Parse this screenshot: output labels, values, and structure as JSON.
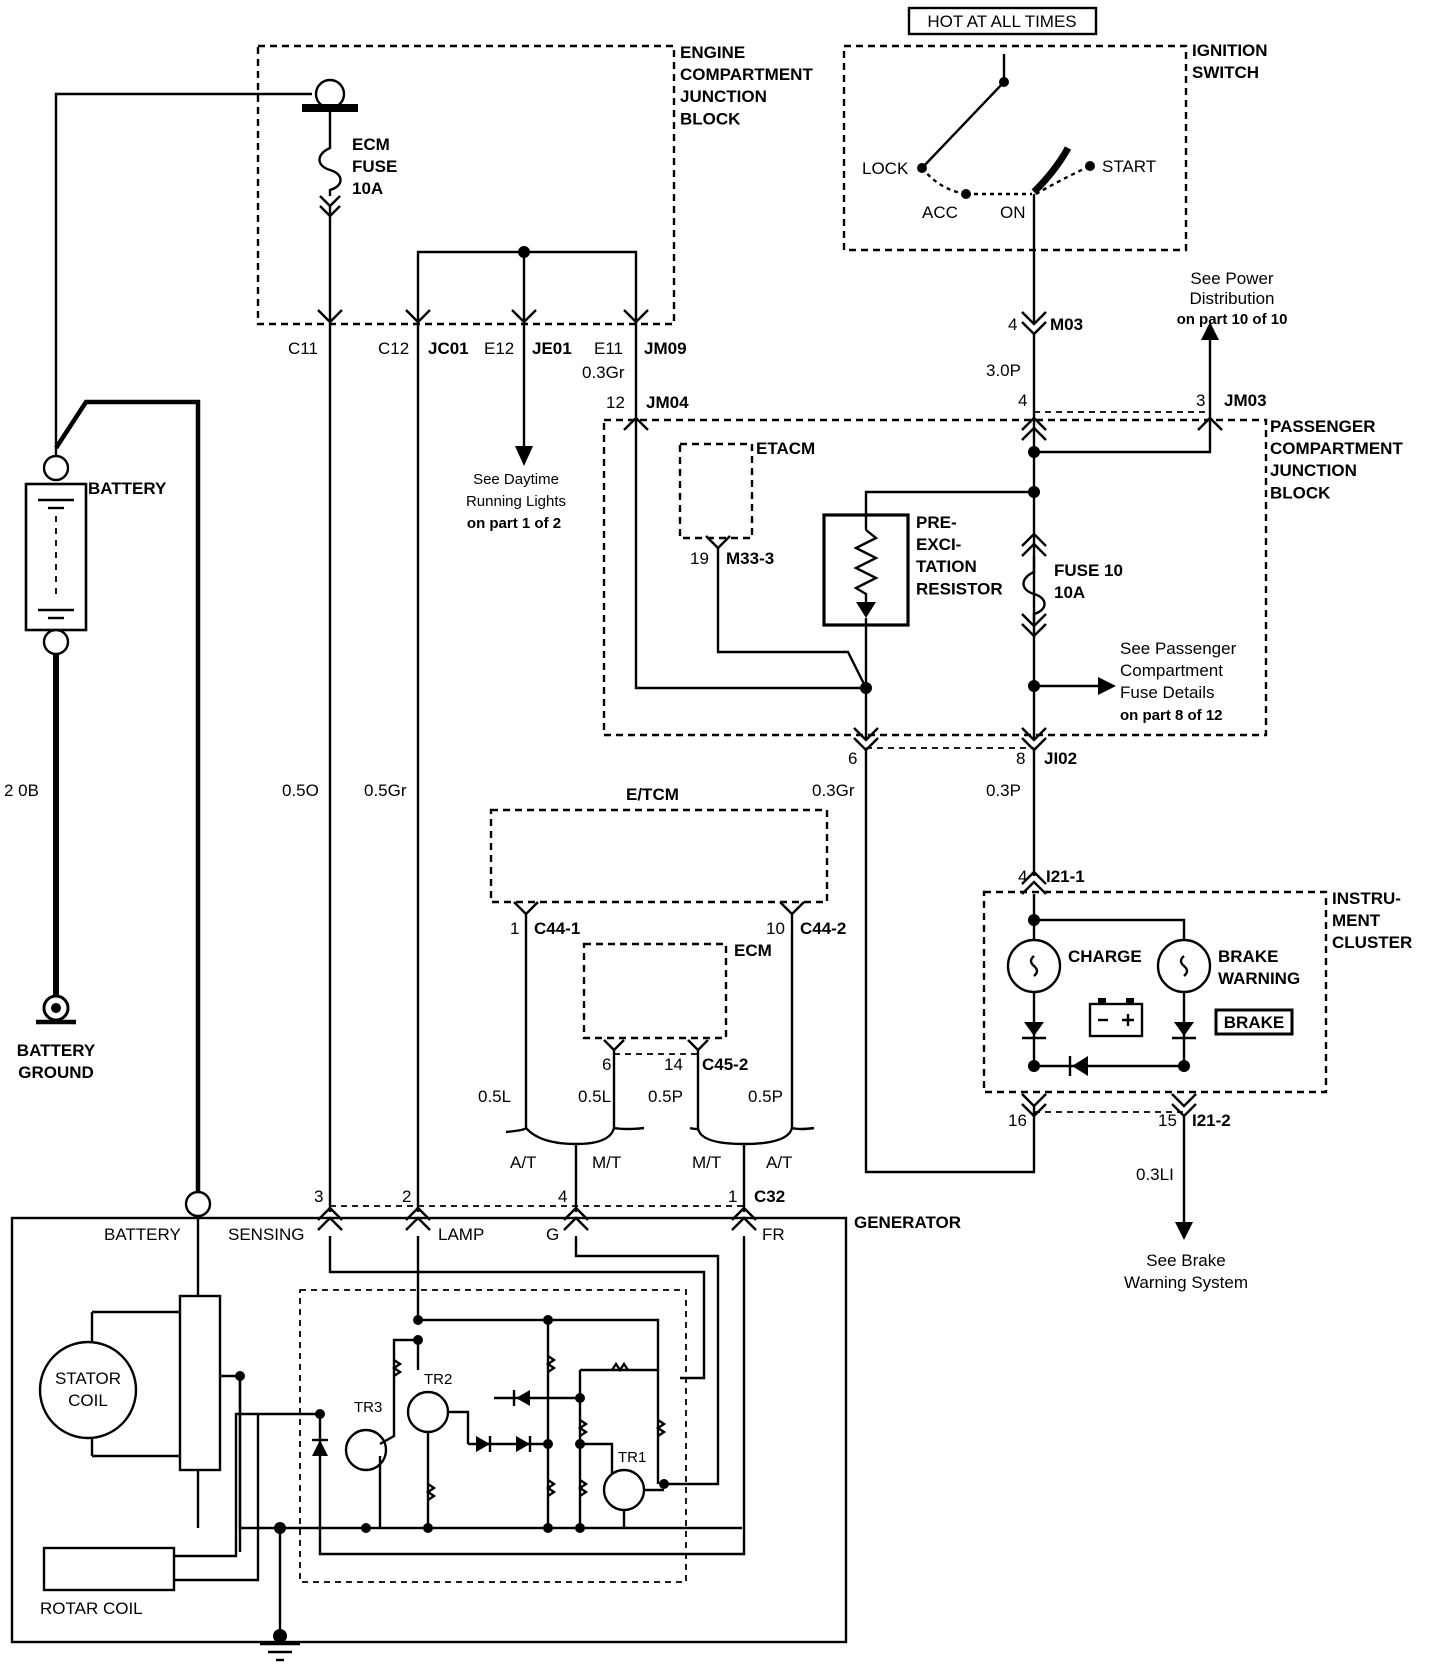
{
  "blocks": {
    "engine_junction": "ENGINE\nCOMPARTMENT\nJUNCTION\nBLOCK",
    "ignition": "IGNITION\nSWITCH",
    "hot": "HOT AT ALL TIMES",
    "passenger_junction": "PASSENGER\nCOMPARTMENT\nJUNCTION\nBLOCK",
    "etacm": "ETACM",
    "etcm": "E/TCM",
    "ecm": "ECM",
    "cluster": "INSTRU-\nMENT\nCLUSTER",
    "generator": "GENERATOR"
  },
  "components": {
    "ecm_fuse": "ECM\nFUSE\n10A",
    "battery": "BATTERY",
    "battery_ground": "BATTERY\nGROUND",
    "pre_resistor": "PRE-\nEXCI-\nTATION\nRESISTOR",
    "fuse10": "FUSE 10\n10A",
    "charge": "CHARGE",
    "brake_warning": "BRAKE\nWARNING",
    "brake_label": "BRAKE",
    "stator": "STATOR\nCOIL",
    "rotor": "ROTAR COIL",
    "tr1": "TR1",
    "tr2": "TR2",
    "tr3": "TR3"
  },
  "switch_positions": {
    "lock": "LOCK",
    "acc": "ACC",
    "on": "ON",
    "start": "START"
  },
  "connectors": {
    "c11": "C11",
    "c12": "C12",
    "jc01": "JC01",
    "e12": "E12",
    "je01": "JE01",
    "e11": "E11",
    "jm09": "JM09",
    "jm04_pin": "12",
    "jm04": "JM04",
    "m03_pin": "4",
    "m03": "M03",
    "jm03_pin4": "4",
    "jm03_pin3": "3",
    "jm03": "JM03",
    "m33_pin": "19",
    "m33": "M33-3",
    "ji02_pin6": "6",
    "ji02_pin8": "8",
    "ji02": "JI02",
    "i21_1_pin": "4",
    "i21_1": "I21-1",
    "i21_2_pin16": "16",
    "i21_2_pin15": "15",
    "i21_2": "I21-2",
    "c44_1_pin": "1",
    "c44_1": "C44-1",
    "c44_2_pin": "10",
    "c44_2": "C44-2",
    "c45_pin6": "6",
    "c45_pin14": "14",
    "c45_2": "C45-2",
    "c32_pin3": "3",
    "c32_pin2": "2",
    "c32_pin4": "4",
    "c32_pin1": "1",
    "c32": "C32"
  },
  "wires": {
    "w20b": "2 0B",
    "w05o": "0.5O",
    "w05gr": "0.5Gr",
    "w03gr_a": "0.3Gr",
    "w30p": "3.0P",
    "w03gr_b": "0.3Gr",
    "w03p": "0.3P",
    "w05l_a": "0.5L",
    "w05l_b": "0.5L",
    "w05p_a": "0.5P",
    "w05p_b": "0.5P",
    "w03li": "0.3LI"
  },
  "options": {
    "at1": "A/T",
    "mt1": "M/T",
    "mt2": "M/T",
    "at2": "A/T"
  },
  "terminals": {
    "battery": "BATTERY",
    "sensing": "SENSING",
    "lamp": "LAMP",
    "g": "G",
    "fr": "FR"
  },
  "references": {
    "daytime": [
      "See Daytime",
      "Running Lights",
      "on part 1 of 2"
    ],
    "power": [
      "See Power",
      "Distribution",
      "on part 10 of 10"
    ],
    "passenger_fuse": [
      "See Passenger",
      "Compartment",
      "Fuse Details",
      "on part 8 of 12"
    ],
    "brake_system": [
      "See Brake",
      "Warning System"
    ]
  }
}
